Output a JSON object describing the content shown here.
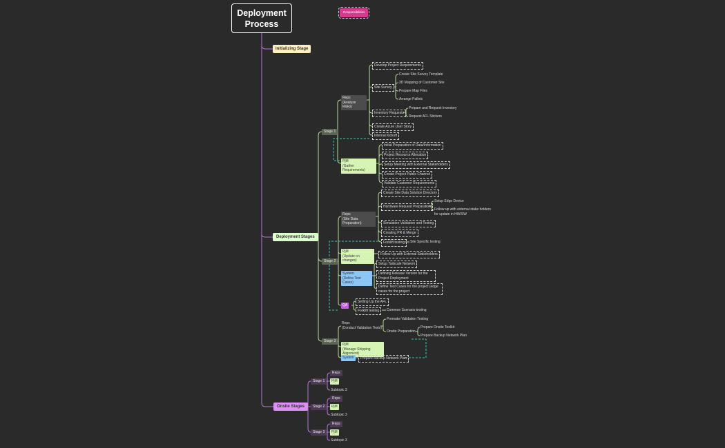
{
  "root": {
    "title": "Deployment Process"
  },
  "floating": {
    "label": "Responsibilities"
  },
  "stages": {
    "initializing": "Initializing Stage",
    "deployment": "Deployment Stages",
    "onsite": "Onsite Stages"
  },
  "d1": {
    "stage": "Stage 1",
    "reps": "Reps\n(Analyze Risks)",
    "pm": "PjM\n(Gather Requirements)",
    "develop": "Develop Project Requirements",
    "site_survey": "Site Survey",
    "site_template": "Create Site Survey Template",
    "mapping3d": "3D Mapping of Customer Site",
    "map_files": "Prepare Map Files",
    "pallets": "Arrange Pallets",
    "inventory": "Inventory Requests",
    "prep_inventory": "Prepare and Request Inventory",
    "afl_stickers": "Request AFL Stickers",
    "azure_story": "Create Azure User Story",
    "kickoff": "Internal Kickoff",
    "initial_prep": "Initial Preparation of Data/Information",
    "resource": "Project Resource Allocation",
    "meeting": "Setup Meeting with External Stakeholders",
    "channel": "Create Project Public Channel",
    "validate_req": "Validate Customer Requirements"
  },
  "d2": {
    "stage": "Stage 2",
    "reps": "Reps\n(Site Data Preparation)",
    "pm": "PjM\n(Update on changes)",
    "sys": "System\n(Define Test Cases)",
    "qa": "QA",
    "site_dir": "Create Site Data Solution Directory",
    "hardware": "Hardware Request Preparation",
    "edge": "Setup Edge Device",
    "follow_hw": "Follow up with external stake holders for update in HW/SW",
    "simulation": "Simulation Validation and Testing",
    "creating_pr": "Creating PR & Merge",
    "forklift": "Forklift testing",
    "site_specific": "Site Specific testing",
    "follow_ext": "Follow Up with External Stakeholders",
    "tailscale": "Setup Tailscale Network",
    "release": "Defining Release Version for the Project Deployment",
    "edge_cases": "Define Test Cases for the project (edge cases for the project",
    "afl_setup": "Setting Up the AFL",
    "qa_forklift": "Forklift testing",
    "common": "Common Scenario testing"
  },
  "d3": {
    "stage": "Stage 3",
    "reps": "Reps\n(Conduct Validation Tests)",
    "pm": "PjM\n(Manage Shipping Alignment)",
    "sys": "System",
    "premake": "Premake Validation Testing",
    "onsite_prep": "Onsite Preparation",
    "toolkit": "Prepare Onsite Toolkit",
    "backup": "Prepare Backup Network Plan",
    "sys_backup": "Prepare Backup Network Plan"
  },
  "onsite": [
    {
      "stage": "Stage 1",
      "reps": "Reps",
      "pm": "PjM",
      "sub": "Subtopic 3"
    },
    {
      "stage": "Stage 2",
      "reps": "Reps",
      "pm": "PjM",
      "sub": "Subtopic 3"
    },
    {
      "stage": "Stage 3",
      "reps": "Reps",
      "pm": "PjM",
      "sub": "Subtopic 3"
    }
  ],
  "colors": {
    "background": "#2a2a2a",
    "purple_branch": "#b57ad6",
    "green_branch": "#b7d99a",
    "dashed_relation": "#35c9b6",
    "responsibilities": "#d43b8f"
  }
}
